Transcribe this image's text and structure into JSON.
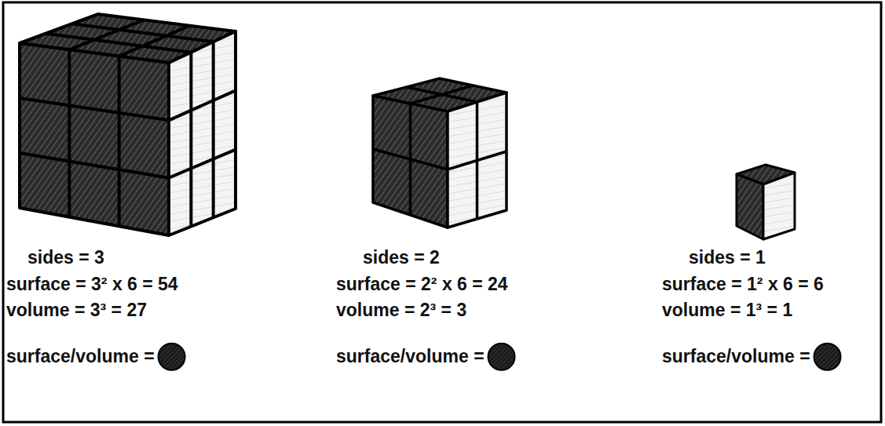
{
  "diagram": {
    "labels": [
      "sides = 3",
      "surface = 3² x 6 = 54",
      "volume = 3³ = 27",
      "surface/volume =",
      "sides = 2",
      "surface = 2² x 6 = 24",
      "volume = 2³ = 3",
      "surface/volume =",
      "sides = 1",
      "surface = 1² x 6 = 6",
      "volume = 1³ = 1",
      "surface/volume ="
    ]
  }
}
